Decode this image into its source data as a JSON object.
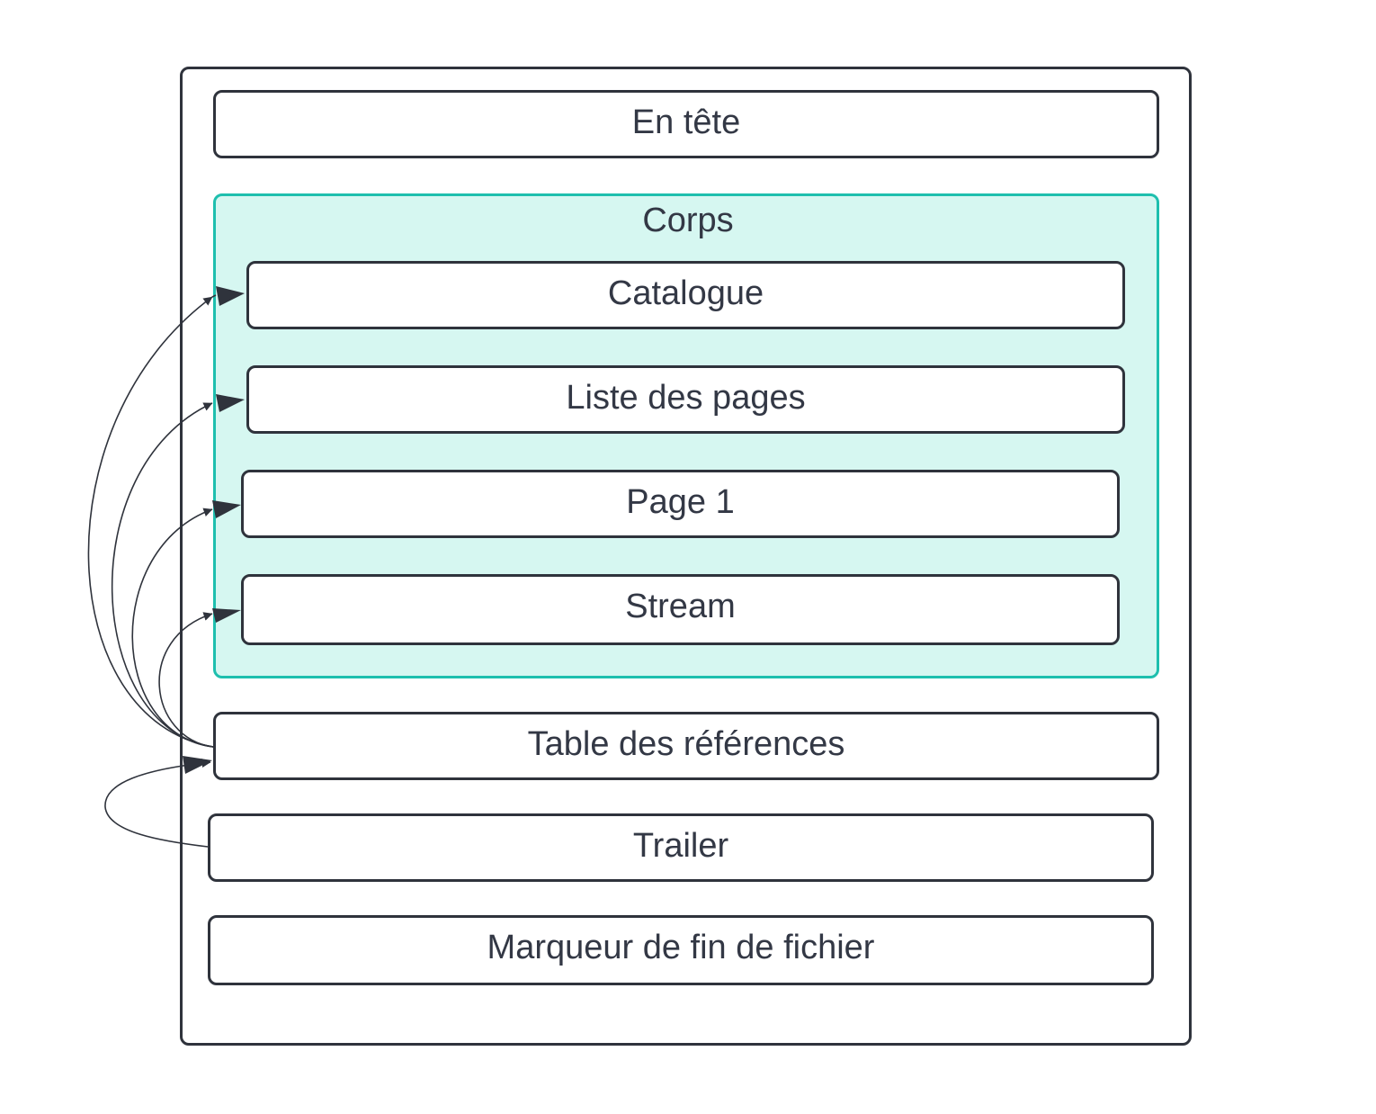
{
  "diagram": {
    "header": "En tête",
    "body": {
      "title": "Corps",
      "items": [
        "Catalogue",
        "Liste des pages",
        "Page 1",
        "Stream"
      ]
    },
    "xref": "Table des références",
    "trailer": "Trailer",
    "eof": "Marqueur de fin de fichier"
  },
  "colors": {
    "stroke": "#2f333c",
    "text": "#333845",
    "body_fill": "#d6f7f1",
    "body_border": "#1ebfae"
  }
}
